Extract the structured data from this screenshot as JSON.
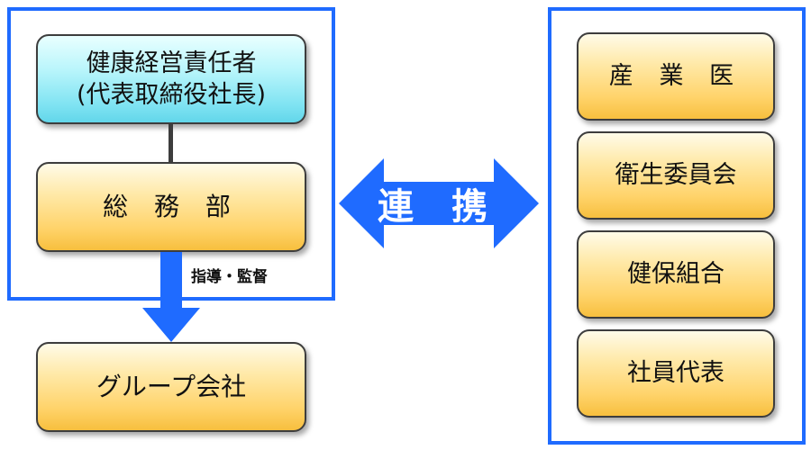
{
  "left_group": {
    "top_box": {
      "line1": "健康経営責任者",
      "line2": "(代表取締役社長)"
    },
    "middle_box": "総 務 部",
    "arrow_label": "指導・監督",
    "bottom_box": "グループ会社"
  },
  "center": {
    "link_label": "連 携"
  },
  "right_group": {
    "items": [
      "産 業 医",
      "衛生委員会",
      "健保組合",
      "社員代表"
    ]
  },
  "colors": {
    "frame": "#1f6bff",
    "arrow": "#1f6bff",
    "box_orange": "#ffd36a",
    "box_cyan": "#7fe3f2"
  }
}
